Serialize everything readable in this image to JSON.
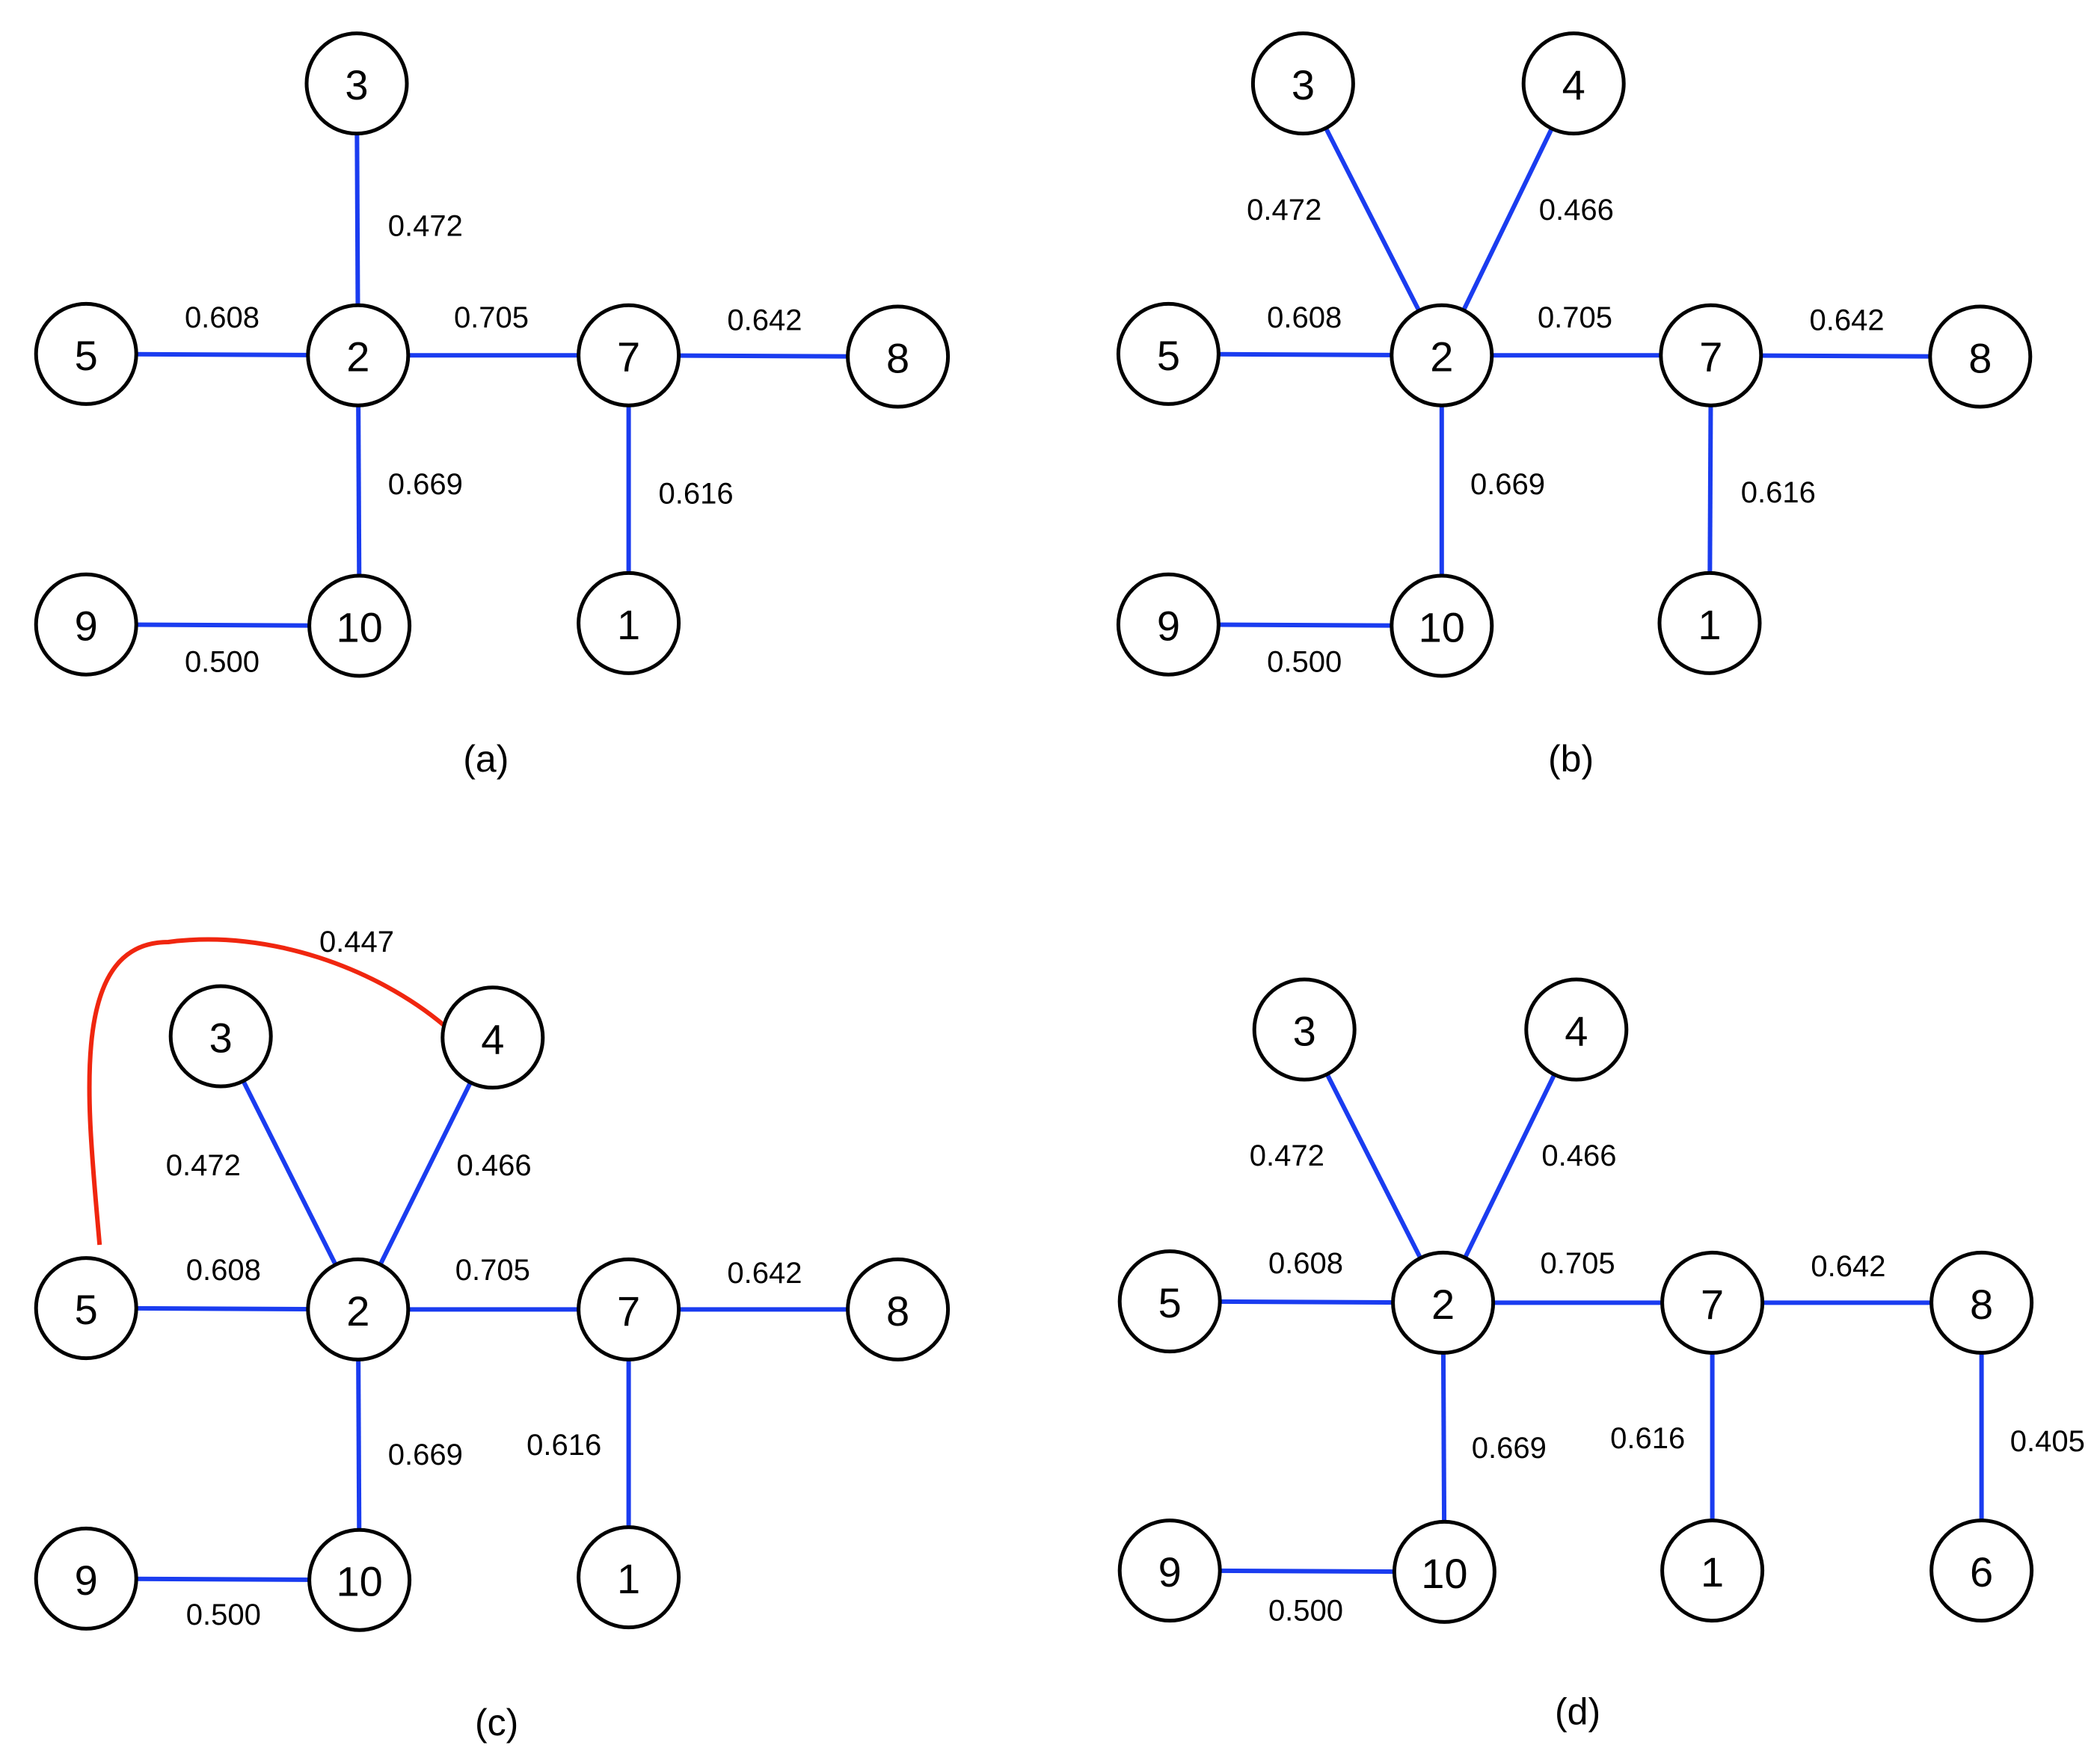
{
  "colors": {
    "edge": "#1a3cf0",
    "highlight_edge": "#f0260f"
  },
  "panels": [
    {
      "id": "a",
      "caption": "(a)",
      "nodes": [
        "3",
        "5",
        "2",
        "7",
        "8",
        "9",
        "10",
        "1"
      ],
      "edges": [
        {
          "from": "2",
          "to": "3",
          "weight": "0.472"
        },
        {
          "from": "5",
          "to": "2",
          "weight": "0.608"
        },
        {
          "from": "2",
          "to": "7",
          "weight": "0.705"
        },
        {
          "from": "7",
          "to": "8",
          "weight": "0.642"
        },
        {
          "from": "2",
          "to": "10",
          "weight": "0.669"
        },
        {
          "from": "7",
          "to": "1",
          "weight": "0.616"
        },
        {
          "from": "9",
          "to": "10",
          "weight": "0.500"
        }
      ]
    },
    {
      "id": "b",
      "caption": "(b)",
      "nodes": [
        "3",
        "4",
        "5",
        "2",
        "7",
        "8",
        "9",
        "10",
        "1"
      ],
      "edges": [
        {
          "from": "3",
          "to": "2",
          "weight": "0.472"
        },
        {
          "from": "4",
          "to": "2",
          "weight": "0.466"
        },
        {
          "from": "5",
          "to": "2",
          "weight": "0.608"
        },
        {
          "from": "2",
          "to": "7",
          "weight": "0.705"
        },
        {
          "from": "7",
          "to": "8",
          "weight": "0.642"
        },
        {
          "from": "2",
          "to": "10",
          "weight": "0.669"
        },
        {
          "from": "7",
          "to": "1",
          "weight": "0.616"
        },
        {
          "from": "9",
          "to": "10",
          "weight": "0.500"
        }
      ]
    },
    {
      "id": "c",
      "caption": "(c)",
      "nodes": [
        "3",
        "4",
        "5",
        "2",
        "7",
        "8",
        "9",
        "10",
        "1"
      ],
      "edges": [
        {
          "from": "3",
          "to": "2",
          "weight": "0.472"
        },
        {
          "from": "4",
          "to": "2",
          "weight": "0.466"
        },
        {
          "from": "5",
          "to": "2",
          "weight": "0.608"
        },
        {
          "from": "2",
          "to": "7",
          "weight": "0.705"
        },
        {
          "from": "7",
          "to": "8",
          "weight": "0.642"
        },
        {
          "from": "2",
          "to": "10",
          "weight": "0.669"
        },
        {
          "from": "7",
          "to": "1",
          "weight": "0.616"
        },
        {
          "from": "9",
          "to": "10",
          "weight": "0.500"
        },
        {
          "from": "5",
          "to": "4",
          "weight": "0.447",
          "highlight": true
        }
      ]
    },
    {
      "id": "d",
      "caption": "(d)",
      "nodes": [
        "3",
        "4",
        "5",
        "2",
        "7",
        "8",
        "9",
        "10",
        "1",
        "6"
      ],
      "edges": [
        {
          "from": "3",
          "to": "2",
          "weight": "0.472"
        },
        {
          "from": "4",
          "to": "2",
          "weight": "0.466"
        },
        {
          "from": "5",
          "to": "2",
          "weight": "0.608"
        },
        {
          "from": "2",
          "to": "7",
          "weight": "0.705"
        },
        {
          "from": "7",
          "to": "8",
          "weight": "0.642"
        },
        {
          "from": "2",
          "to": "10",
          "weight": "0.669"
        },
        {
          "from": "7",
          "to": "1",
          "weight": "0.616"
        },
        {
          "from": "9",
          "to": "10",
          "weight": "0.500"
        },
        {
          "from": "8",
          "to": "6",
          "weight": "0.405"
        }
      ]
    }
  ]
}
